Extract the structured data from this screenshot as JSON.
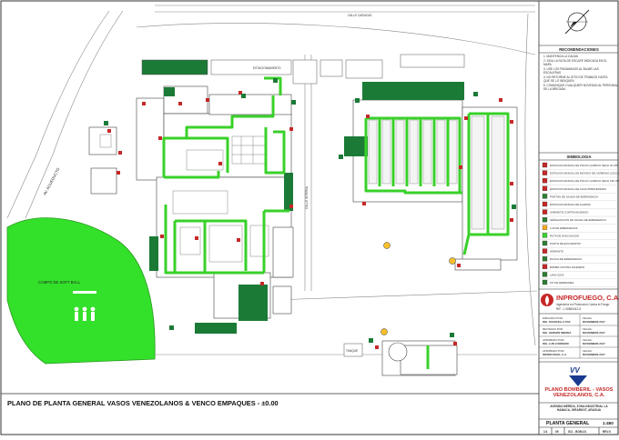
{
  "sheet_title": "PLANO DE PLANTA GENERAL VASOS VENEZOLANOS & VENCO EMPAQUES - ±0.00",
  "labels": {
    "softball": "CAMPO DE SOFT BALL",
    "avenue": "AV. ACUEDUCTO",
    "road_top": "CALLE CARACAS",
    "center_road": "CALLE INTERNA",
    "parking": "ESTACIONAMIENTO",
    "water_tank": "TANQUE"
  },
  "recommendations": {
    "title": "RECOMENDACIONES",
    "items": [
      "1. MANTENGA LA CALMA",
      "2. SIGA LA RUTA DE ESCAPE INDICADA EN EL MAPA",
      "3. USE LOS PASAMANOS AL BAJAR LAS ESCALERAS",
      "4. NO RETORNE AL SITIO DE TRABAJO HASTA QUE SE LO INDIQUEN",
      "5. COMUNIQUE CUALQUIER NOVEDAD AL PERSONAL DE LA BRIGADA"
    ]
  },
  "legend": {
    "title": "SIMBOLOGIA",
    "items": [
      {
        "label": "ESTACION MANUAL DE POLVO QUIMICO SECO 20 LBS",
        "color": "#c62828"
      },
      {
        "label": "ESTACION MANUAL DE BIOXIDO DE CARBONO (CO2) 20 LBS",
        "color": "#c62828"
      },
      {
        "label": "ESTACION MANUAL DE POLVO QUIMICO SECO 150 LBS",
        "color": "#c62828"
      },
      {
        "label": "ESTACION MANUAL DE AGUA PRESURIZADA",
        "color": "#c62828"
      },
      {
        "label": "PORTON DE SALIDA DE EMERGENCIA",
        "color": "#2e7d32"
      },
      {
        "label": "ESTACION MANUAL DE ALARMA",
        "color": "#c62828"
      },
      {
        "label": "GABINETE CONTRA INCENDIO",
        "color": "#c62828"
      },
      {
        "label": "SEÑALIZACION DE SALIDA DE EMERGENCIA",
        "color": "#2e7d32"
      },
      {
        "label": "LUZ DE EMERGENCIA",
        "color": "#f9a825"
      },
      {
        "label": "RUTA DE EVACUACION",
        "color": "#39d12a"
      },
      {
        "label": "PUNTO DE ENCUENTRO",
        "color": "#2e7d32"
      },
      {
        "label": "HIDRANTE",
        "color": "#c62828"
      },
      {
        "label": "DUCHA DE EMERGENCIA",
        "color": "#2e7d32"
      },
      {
        "label": "BOMBA CONTRA INCENDIO",
        "color": "#c62828"
      },
      {
        "label": "LAVA OJOS",
        "color": "#2e7d32"
      },
      {
        "label": "KIT DE DERRAMES",
        "color": "#2e7d32"
      }
    ]
  },
  "company": {
    "name": "INPROFUEGO, C.A.",
    "tagline": "Ingeniería en Protección Contra el Fuego",
    "rif": "RIF.: J-30583412-5"
  },
  "title_block": {
    "rows": [
      {
        "role": "DIBUJADO POR:",
        "name": "ING. FRANCELLA PAZ",
        "date_label": "FECHA:",
        "date": "NOVIEMBRE 2017"
      },
      {
        "role": "REVISADO POR:",
        "name": "ING. GERSON MEDINA",
        "date_label": "FECHA:",
        "date": "NOVIEMBRE 2017"
      },
      {
        "role": "APROBADO POR:",
        "name": "ING. LUIS CORDERO",
        "date_label": "FECHA:",
        "date": "NOVIEMBRE 2017"
      },
      {
        "role": "APROBADO POR:",
        "name": "INPROFUEGO, C.A.",
        "date_label": "FECHA:",
        "date": "NOVIEMBRE 2017"
      }
    ],
    "project_title": "PLANO BOMBERIL - VASOS VENEZOLANOS, C.A.",
    "address": "AVENIDA MERIDA, ZONA INDUSTRIAL LA HAMACA, GIRARDOT, ARAGUA",
    "drawing_name": "PLANTA GENERAL",
    "scale": "1:450",
    "sheet": "1/1",
    "code_a": "05",
    "code": "SCI - BOM-01",
    "revision": "REV.0"
  }
}
